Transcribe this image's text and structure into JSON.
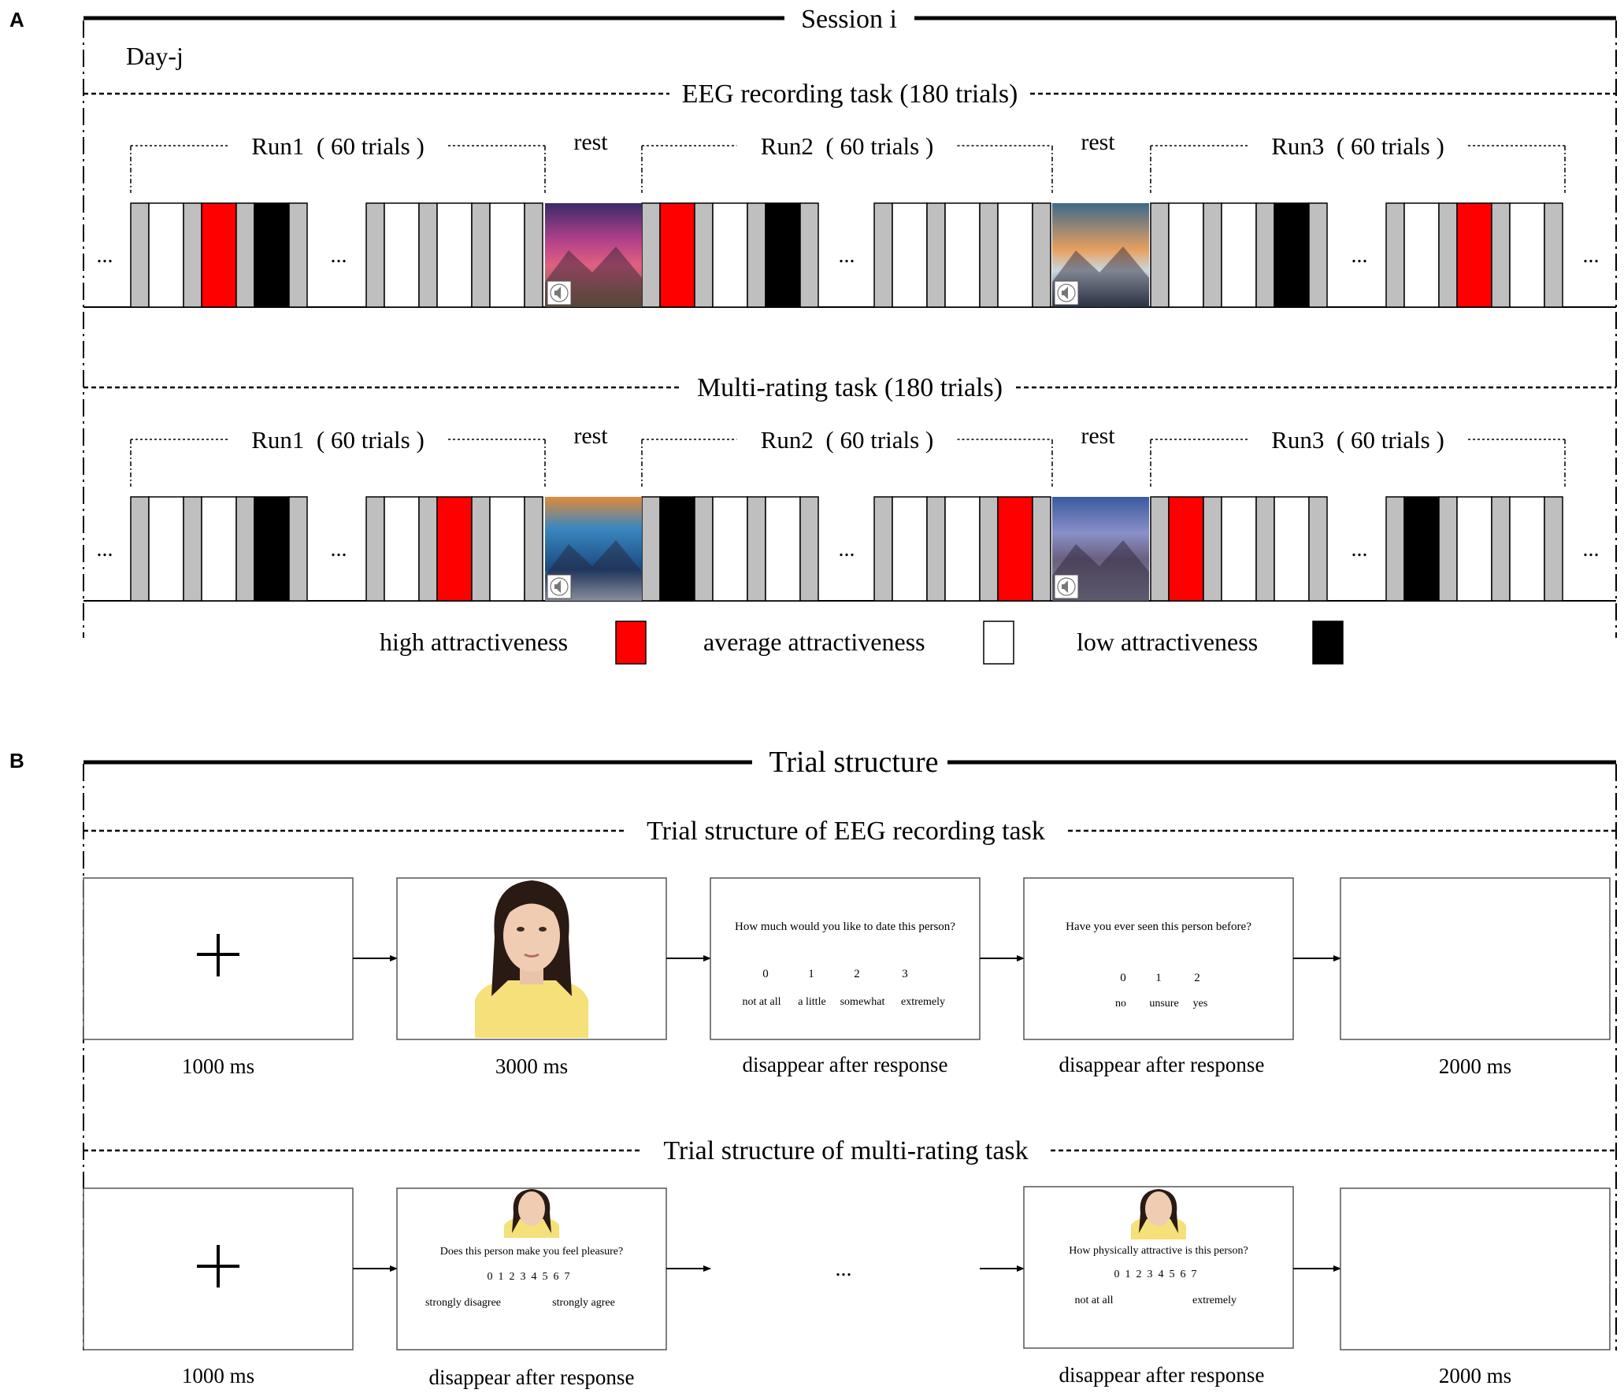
{
  "panel_a": {
    "panel_label": "A",
    "session_title": "Session i",
    "day_label": "Day-j",
    "ellipsis": "...",
    "tasks": [
      {
        "title": "EEG recording task (180 trials)",
        "runs": [
          "Run1  ( 60 trials )",
          "Run2  ( 60 trials )",
          "Run3  ( 60 trials )"
        ],
        "rest_label": "rest",
        "blocks": [
          [
            "avg",
            "high",
            "low"
          ],
          [
            "avg",
            "avg",
            "avg"
          ],
          [
            "high",
            "avg",
            "low"
          ],
          [
            "avg",
            "avg",
            "avg"
          ],
          [
            "avg",
            "avg",
            "low"
          ],
          [
            "avg",
            "high",
            "avg"
          ]
        ],
        "rest_images": [
          "mountain-sunset-rest-image",
          "lake-sunrise-rest-image"
        ]
      },
      {
        "title": "Multi-rating task (180 trials)",
        "runs": [
          "Run1  ( 60 trials )",
          "Run2  ( 60 trials )",
          "Run3  ( 60 trials )"
        ],
        "rest_label": "rest",
        "blocks": [
          [
            "avg",
            "avg",
            "low"
          ],
          [
            "avg",
            "high",
            "avg"
          ],
          [
            "low",
            "avg",
            "avg"
          ],
          [
            "avg",
            "avg",
            "high"
          ],
          [
            "high",
            "avg",
            "avg"
          ],
          [
            "low",
            "avg",
            "avg"
          ]
        ],
        "rest_images": [
          "ocean-wave-rest-image",
          "hillside-town-rest-image"
        ]
      }
    ],
    "legend": [
      {
        "key": "high",
        "label": "high attractiveness",
        "color": "#ff0000"
      },
      {
        "key": "avg",
        "label": "average attractiveness",
        "color": "#ffffff"
      },
      {
        "key": "low",
        "label": "low attractiveness",
        "color": "#000000"
      }
    ],
    "separator_color": "#bfbfbf"
  },
  "panel_b": {
    "panel_label": "B",
    "title": "Trial structure",
    "eeg": {
      "title": "Trial structure of EEG recording task",
      "screens": [
        {
          "type": "fixation",
          "caption": "1000 ms"
        },
        {
          "type": "face",
          "caption": "3000 ms"
        },
        {
          "type": "question",
          "question": "How much would you like to date this person?",
          "numbers": [
            "0",
            "1",
            "2",
            "3"
          ],
          "labels": [
            "not at all",
            "a little",
            "somewhat",
            "extremely"
          ],
          "caption": "disappear after response"
        },
        {
          "type": "question",
          "question": "Have you ever seen this person before?",
          "numbers": [
            "0",
            "1",
            "2"
          ],
          "labels": [
            "no",
            "unsure",
            "yes"
          ],
          "caption": "disappear after response"
        },
        {
          "type": "blank",
          "caption": "2000 ms"
        }
      ]
    },
    "multi": {
      "title": "Trial structure of multi-rating task",
      "ellipsis": "...",
      "screens": [
        {
          "type": "fixation",
          "caption": "1000 ms"
        },
        {
          "type": "rating",
          "question": "Does this person make you feel pleasure?",
          "scale": "0  1  2  3  4  5  6  7",
          "low": "strongly disagree",
          "high": "strongly agree",
          "caption": "disappear after response"
        },
        {
          "type": "rating",
          "question": "How physically attractive is this person?",
          "scale": "0  1  2  3  4  5  6  7",
          "low": "not at all",
          "high": "extremely",
          "caption": "disappear after response"
        },
        {
          "type": "blank",
          "caption": "2000 ms"
        }
      ]
    }
  }
}
